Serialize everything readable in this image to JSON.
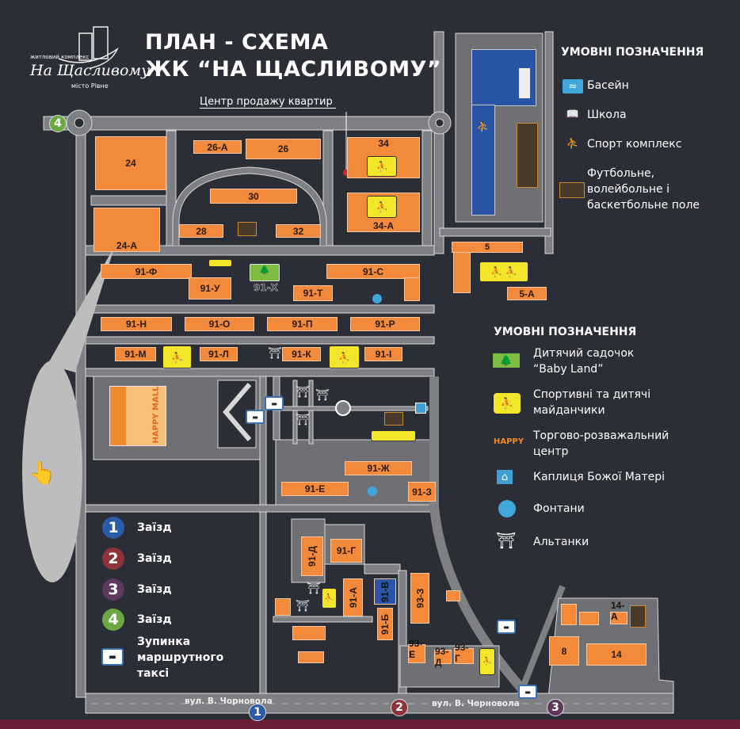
{
  "logo": {
    "top_text": "житловий комплекс",
    "script_text": "На Щасливому",
    "city": "місто Рівне"
  },
  "header": {
    "line1": "ПЛАН - СХЕМА",
    "line2": "ЖК “НА ЩАСЛИВОМУ”"
  },
  "sales_center": "Центр продажу квартир",
  "buildings": {
    "b24": "24",
    "b24a": "24-А",
    "b26a": "26-А",
    "b26": "26",
    "b34": "34",
    "b34a": "34-А",
    "b30": "30",
    "b28": "28",
    "b32": "32",
    "b91f": "91-Ф",
    "b91u": "91-У",
    "b91h": "91-Х",
    "b91s": "91-С",
    "b91t": "91-Т",
    "b91n": "91-Н",
    "b91o": "91-О",
    "b91p": "91-П",
    "b91r": "91-Р",
    "b91m": "91-М",
    "b91l": "91-Л",
    "b91k": "91-К",
    "b91i": "91-І",
    "b91zh": "91-Ж",
    "b91e": "91-Е",
    "b91z": "91-З",
    "b91d": "91-Д",
    "b91g": "91-Г",
    "b91a": "91-А",
    "b91v": "91-В",
    "b91b": "91-Б",
    "b93z": "93-З",
    "b93e": "93-Е",
    "b93d": "93-Д",
    "b93g": "93-Г",
    "b5": "5",
    "b5a": "5-А",
    "b14a": "14-А",
    "b8": "8",
    "b14": "14"
  },
  "mall_logo": "HAPPY MALL",
  "streets": {
    "chornovola_left": "вул. В. Чорновола",
    "chornovola_right": "вул. В. Чорновола"
  },
  "legend_top": {
    "heading": "УМОВНІ ПОЗНАЧЕННЯ",
    "items": [
      {
        "icon": "pool-icon",
        "label": "Басейн"
      },
      {
        "icon": "school-icon",
        "label": "Школа"
      },
      {
        "icon": "sport-complex-icon",
        "label": "Спорт комплекс"
      },
      {
        "icon": "sports-field-icon",
        "label": "Футбольне, волейбольне і баскетбольне поле"
      }
    ]
  },
  "legend_mid": {
    "heading": "УМОВНІ ПОЗНАЧЕННЯ",
    "items": [
      {
        "icon": "kindergarten-icon",
        "label": "Дитячий садочок “Baby Land”"
      },
      {
        "icon": "playground-icon",
        "label": "Спортивні та дитячі майданчики"
      },
      {
        "icon": "mall-icon",
        "label": "Торгово-розважальний центр"
      },
      {
        "icon": "chapel-icon",
        "label": "Каплиця Божої Матері"
      },
      {
        "icon": "fountain-icon",
        "label": "Фонтани"
      },
      {
        "icon": "gazebo-icon",
        "label": "Альтанки"
      }
    ]
  },
  "legend_entries": {
    "items": [
      {
        "number": "1",
        "label": "Заїзд",
        "color": "#2a5aa8"
      },
      {
        "number": "2",
        "label": "Заїзд",
        "color": "#8c3438"
      },
      {
        "number": "3",
        "label": "Заїзд",
        "color": "#5d3a5c"
      },
      {
        "number": "4",
        "label": "Заїзд",
        "color": "#6aa843"
      }
    ],
    "bus_stop": "Зупинка маршрутного таксі"
  },
  "colors": {
    "background": "#2b2d37",
    "road": "#7f8084",
    "building": "#f3893a",
    "playground": "#f3e52a",
    "kindergarten": "#7dbb43",
    "school": "#2a54a6",
    "footer": "#6a1f37"
  }
}
